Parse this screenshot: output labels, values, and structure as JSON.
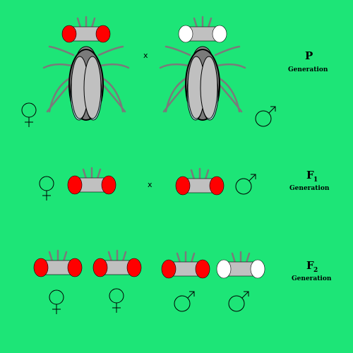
{
  "colors": {
    "background": "#1de577",
    "red_eye": "#ff0000",
    "white_eye": "#ffffff",
    "body_gray": "#c0c0c0",
    "wing_blue": "#aee6ee"
  },
  "generations": {
    "p": {
      "letter": "P",
      "subscript": "",
      "word": "Generation"
    },
    "f1": {
      "letter": "F",
      "subscript": "1",
      "word": "Generation"
    },
    "f2": {
      "letter": "F",
      "subscript": "2",
      "word": "Generation"
    }
  },
  "cross_symbols": {
    "p": "x",
    "f1": "x"
  },
  "icons": {
    "female": "female-symbol-icon",
    "male": "male-symbol-icon"
  }
}
